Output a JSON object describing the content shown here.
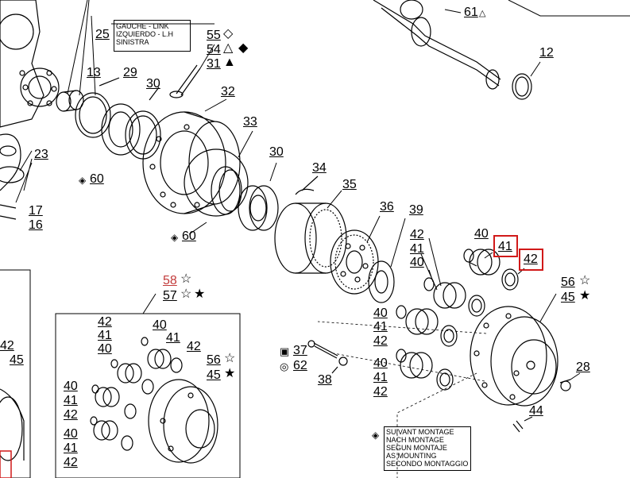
{
  "labels": {
    "p13": "13",
    "p29": "29",
    "p30a": "30",
    "p32": "32",
    "p33": "33",
    "p30b": "30",
    "p34": "34",
    "p35": "35",
    "p36": "36",
    "p39": "39",
    "p40a": "40",
    "p41a": "41",
    "p42a": "42",
    "p42b": "42",
    "p41b": "41",
    "p40b": "40",
    "p56a": "56",
    "p45a": "45",
    "p40c": "40",
    "p41c": "41",
    "p42c": "42",
    "p40d": "40",
    "p41d": "41",
    "p42d": "42",
    "p37": "37",
    "p62": "62",
    "p38": "38",
    "p28": "28",
    "p44": "44",
    "p23": "23",
    "p17": "17",
    "p16": "16",
    "p60a": "60",
    "p60b": "60",
    "p25": "25",
    "p55": "55",
    "p54": "54",
    "p31": "31",
    "p12": "12",
    "p61": "61",
    "p58": "58",
    "p57": "57",
    "i42a": "42",
    "i40a": "40",
    "i41a": "41",
    "i42b": "42",
    "i41b": "41",
    "i40b": "40",
    "i56": "56",
    "i45": "45",
    "i40c": "40",
    "i41c": "41",
    "i42c": "42",
    "i40d": "40",
    "i41d": "41",
    "i42d": "42",
    "e42": "42",
    "e45": "45"
  },
  "link_note": "GAUCHE - LINK\nIZQUIERDO - L.H\nSINISTRA",
  "mount_note": "SUIVANT MONTAGE\nNACH MONTAGE\nSEGUN MONTAJE\nAS MOUNTING\nSECONDO MONTAGGIO",
  "symbols": {
    "star_open": "☆",
    "star_solid": "★",
    "triangle_open": "△",
    "triangle_solid": "▲",
    "diamond_open": "◇",
    "diamond_solid": "◆",
    "dot_diamond": "◈",
    "square_dot": "▣",
    "circle_dot": "◎"
  },
  "highlight_color": "#d11919"
}
